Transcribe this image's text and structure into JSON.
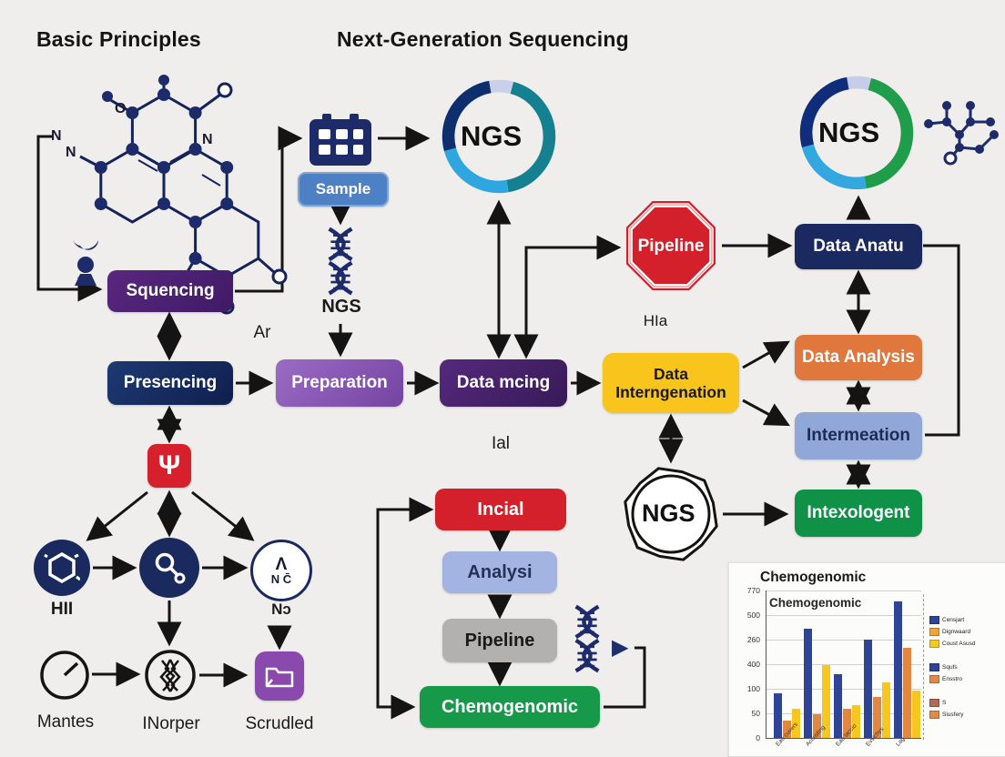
{
  "titles": {
    "left": "Basic Principles",
    "center": "Next-Generation Sequencing"
  },
  "nodes": {
    "squencing": "Squencing",
    "presencing": "Presencing",
    "preparation": "Preparation",
    "data_mcing": "Data mcing",
    "sample": "Sample",
    "ngs_dna_label": "NGS",
    "ar": "Ar",
    "ial": "Ial",
    "hia": "HIa",
    "pipeline_octagon": "Pipeline",
    "data_anatu": "Data Anatu",
    "data_interngenation_line1": "Data",
    "data_interngenation_line2": "Interngenation",
    "data_analysis": "Data Analysis",
    "intermeation": "Intermeation",
    "intexologent": "Intexologent",
    "ngs_ring_center": "NGS",
    "ngs_ring_right": "NGS",
    "ngs_seal": "NGS",
    "incial": "Incial",
    "analysi": "Analysi",
    "pipeline_gray": "Pipeline",
    "chemogenomic": "Chemogenomic",
    "hii": "HII",
    "no": "Nɔ",
    "circle3_top": "Λ",
    "circle3_bottom": "N C̄",
    "mantes": "Mantes",
    "inorper": "INorper",
    "scrudled": "Scrudled"
  },
  "molecule": {
    "atoms": [
      "N",
      "N",
      "O",
      "N"
    ]
  },
  "icons": {
    "psi": "Ψ",
    "play_triangle": "▶"
  },
  "colors": {
    "background": "#efeeec",
    "navy": "#1a2a60",
    "purple_dark": "#4a2079",
    "purple_mid": "#8155ae",
    "purple_deep": "#42205f",
    "yellow": "#f9c51d",
    "red": "#d3202b",
    "orange": "#e0773c",
    "light_blue": "#91a7d8",
    "green": "#0f9148",
    "gray": "#b2b1b0",
    "sample_blue": "#4d80c4",
    "ring_teal": "#15808f",
    "ring_green": "#1f9d4b",
    "ring_lightblue": "#2ea6df",
    "ring_lavender": "#c9d0ea"
  },
  "chart_data": {
    "type": "bar",
    "title": "Chemogenomic",
    "inner_label": "Chemogenomic",
    "categories": [
      "Eau cuvers",
      "Accusting",
      "Eau taccio",
      "Evsichys",
      "Lag"
    ],
    "series": [
      {
        "name": "Censjart",
        "color": "#2e4597",
        "values": [
          235,
          570,
          335,
          515,
          715
        ]
      },
      {
        "name": "Ensstro",
        "color": "#e2873f",
        "values": [
          90,
          125,
          150,
          215,
          470
        ]
      },
      {
        "name": "Coust Asusd",
        "color": "#f7c71f",
        "values": [
          150,
          380,
          170,
          290,
          245
        ]
      }
    ],
    "y_ticks": [
      "770",
      "500",
      "260",
      "400",
      "100",
      "50",
      "0"
    ],
    "ylim": [
      0,
      770
    ],
    "grid": true,
    "legend_position": "right",
    "legend": [
      {
        "label": "Censjart",
        "color": "#2e4597",
        "gap": false
      },
      {
        "label": "Dignwaard",
        "color": "#f0a43a",
        "gap": false
      },
      {
        "label": "Coust Asusd",
        "color": "#f6c91e",
        "gap": false
      },
      {
        "label": "Squfs",
        "color": "#2e4597",
        "gap": true
      },
      {
        "label": "Ensstro",
        "color": "#e08a4a",
        "gap": false
      },
      {
        "label": "S",
        "color": "#b06a55",
        "gap": true
      },
      {
        "label": "Siusfery",
        "color": "#e08a4a",
        "gap": false
      }
    ]
  }
}
